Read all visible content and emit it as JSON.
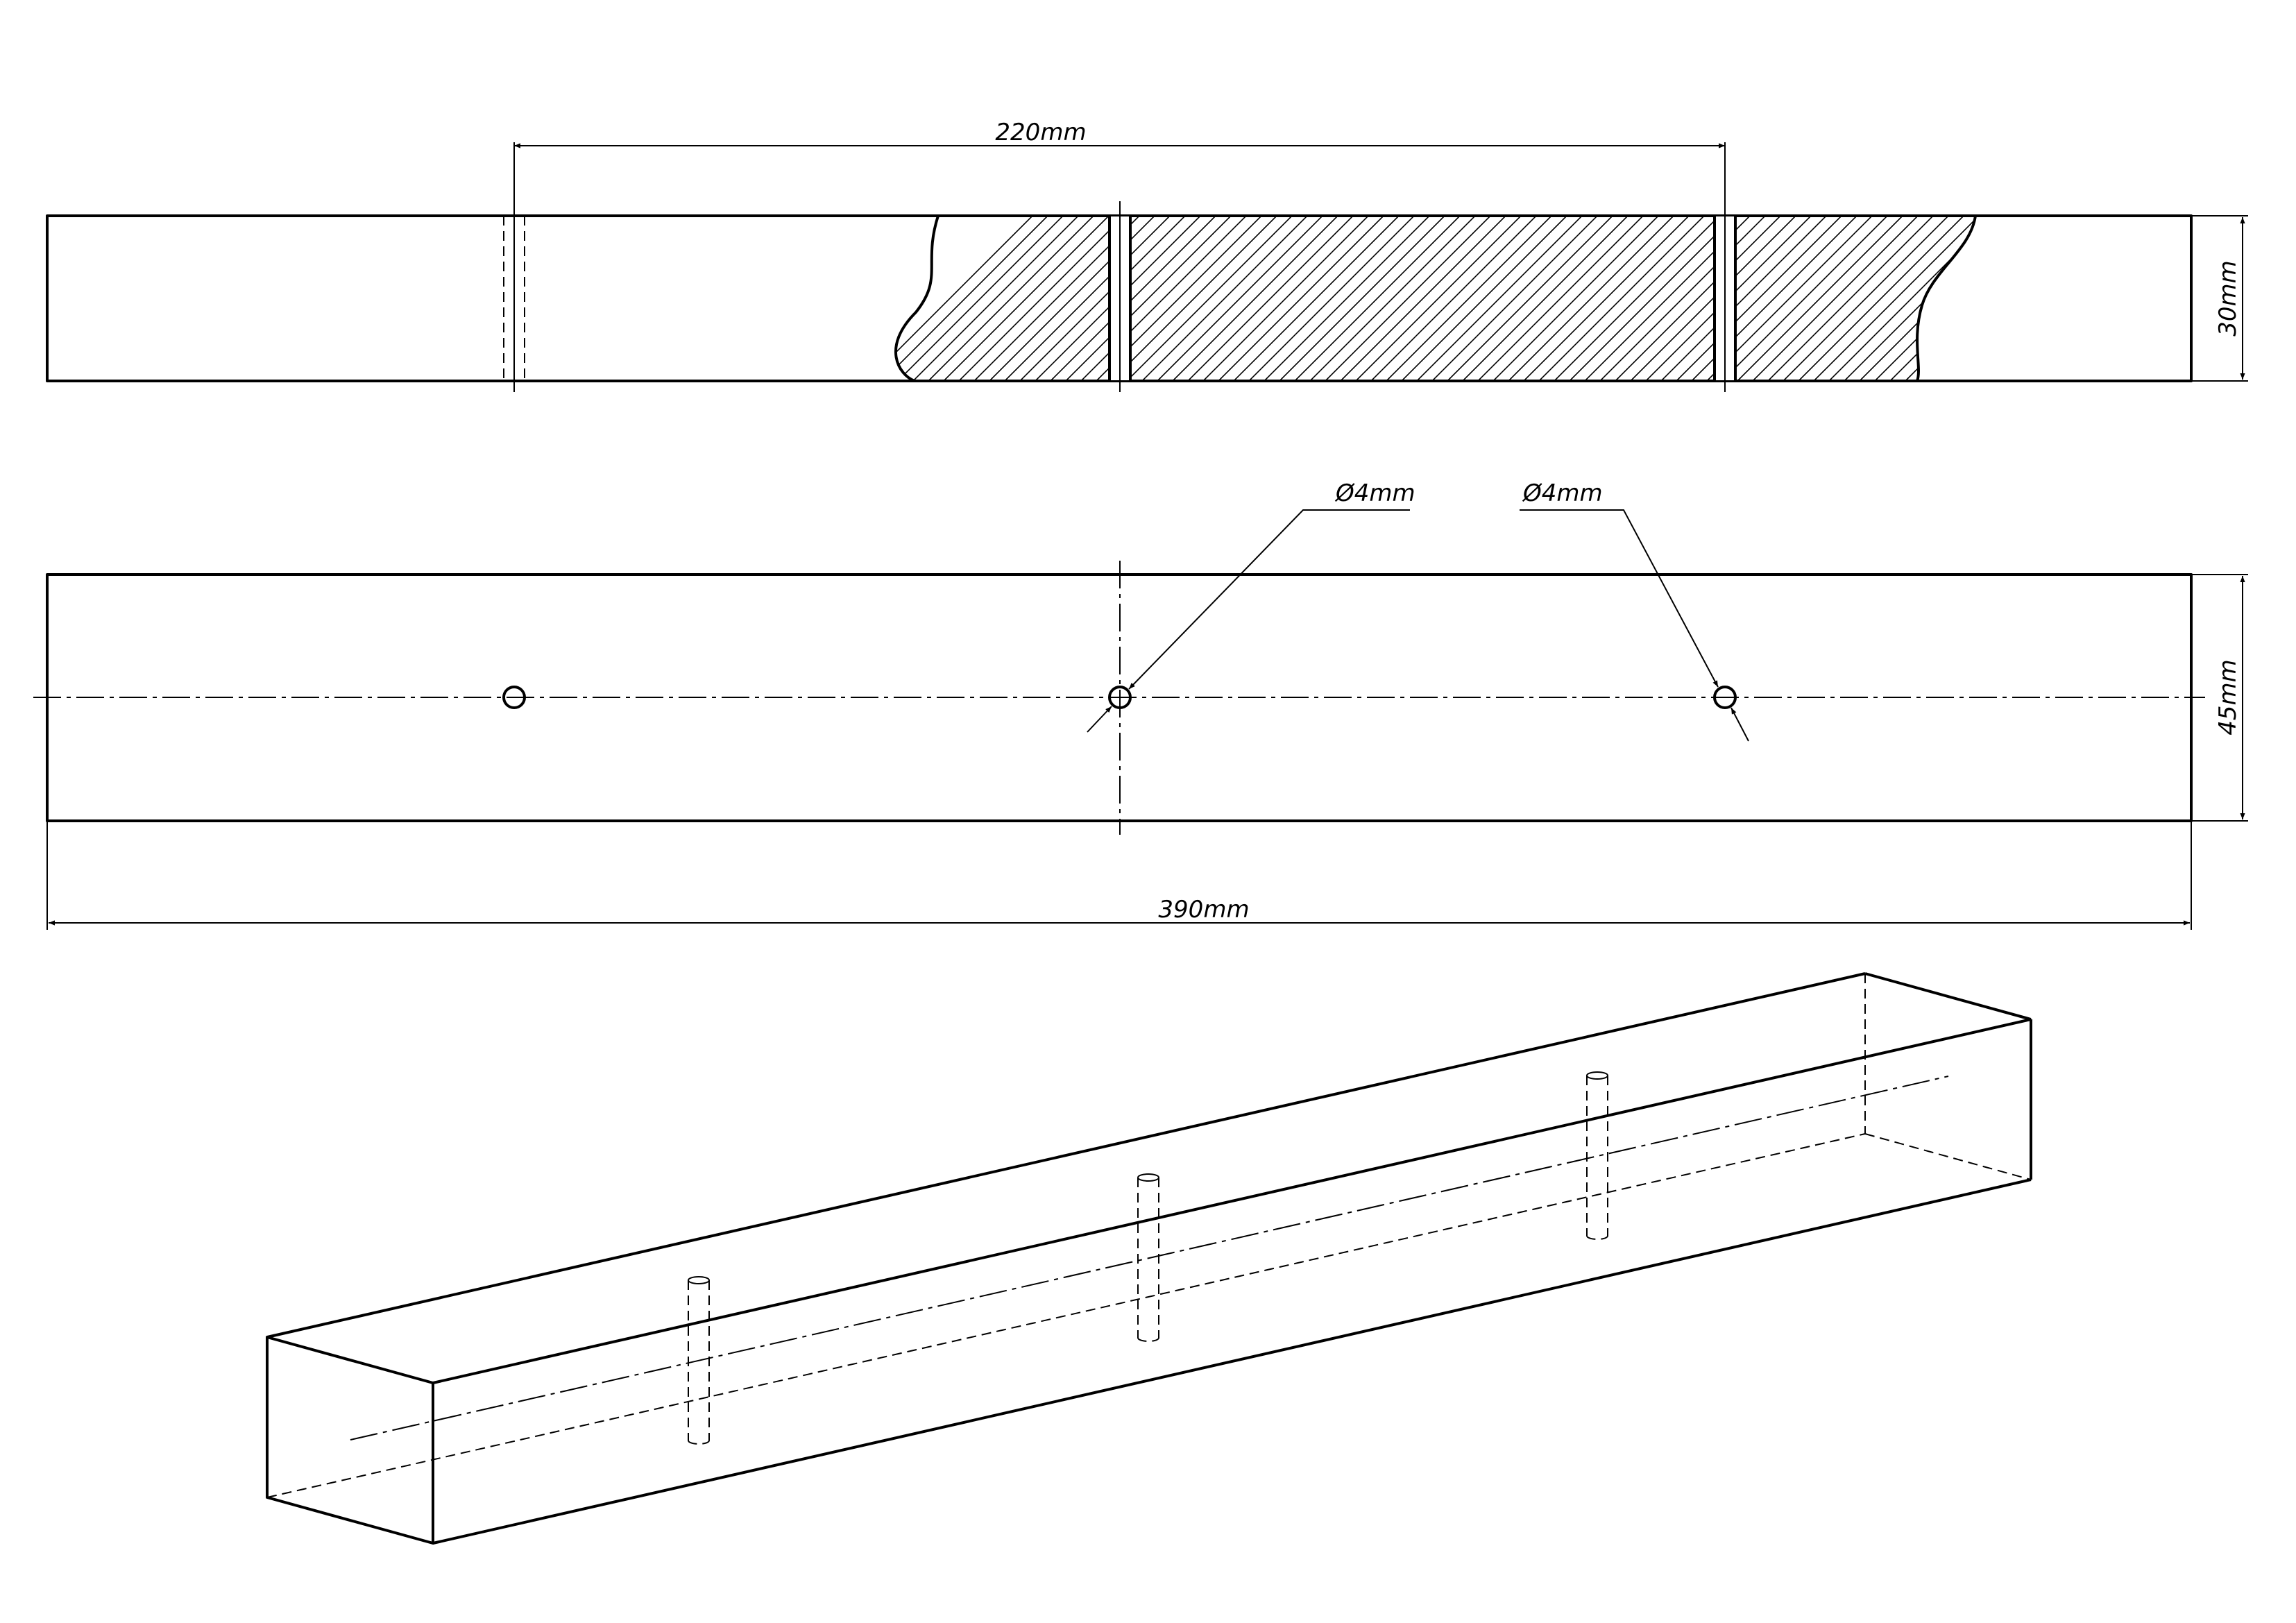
{
  "drawing": {
    "dimensions": {
      "length_220": "220mm",
      "thickness_30": "30mm",
      "width_45": "45mm",
      "length_390": "390mm",
      "hole_diameter_1": "Ø4mm",
      "hole_diameter_2": "Ø4mm"
    }
  }
}
